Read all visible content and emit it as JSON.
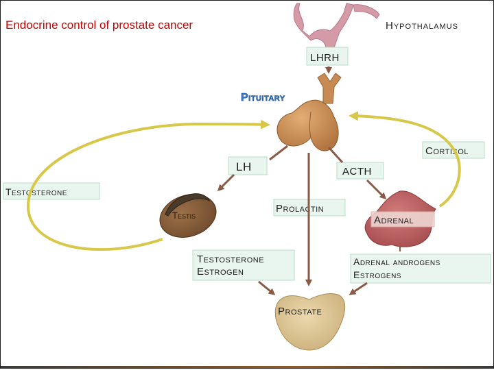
{
  "title": "Endocrine control of prostate cancer",
  "labels": {
    "hypothalamus": "Hypothalamus",
    "lhrh": "LHRH",
    "pituitary": "Pituitary",
    "cortisol": "Cortisol",
    "lh": "LH",
    "acth": "ACTH",
    "testosterone": "Testosterone",
    "testis": "Testis",
    "prolactin": "Prolactin",
    "adrenal": "Adrenal",
    "testosterone_estrogen_1": "Testosterone",
    "testosterone_estrogen_2": "Estrogen",
    "adrenal_androgens_1": "Adrenal androgens",
    "adrenal_androgens_2": "Estrogens",
    "prostate": "Prostate"
  },
  "colors": {
    "title": "#cc0000",
    "label_box": "#e9f5ef",
    "arrow": "#8a5a44",
    "feedback_arrow": "#d8c84a",
    "gland": "#c68a52",
    "adrenal": "#b8585a",
    "prostate": "#d9c293",
    "pituitary_label": "#3a78c8",
    "hypothalamus_vessel": "#d49aa8"
  }
}
